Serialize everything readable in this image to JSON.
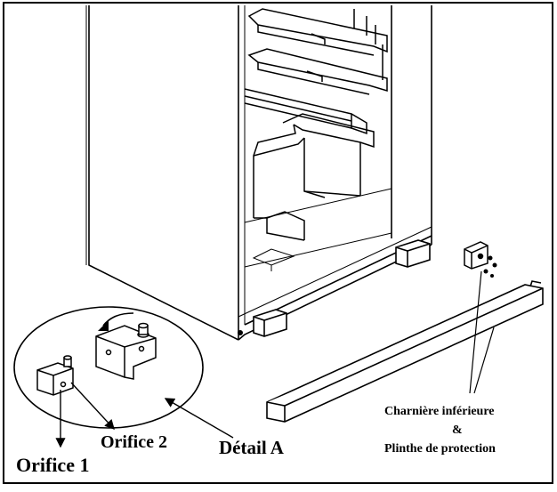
{
  "labels": {
    "orifice_1": "Orifice 1",
    "orifice_2": "Orifice 2",
    "detail_a": "Détail A",
    "charniere": "Charnière inférieure",
    "ampersand": "&",
    "plinthe": "Plinthe de protection"
  },
  "colors": {
    "line": "#000000",
    "background": "#ffffff"
  }
}
